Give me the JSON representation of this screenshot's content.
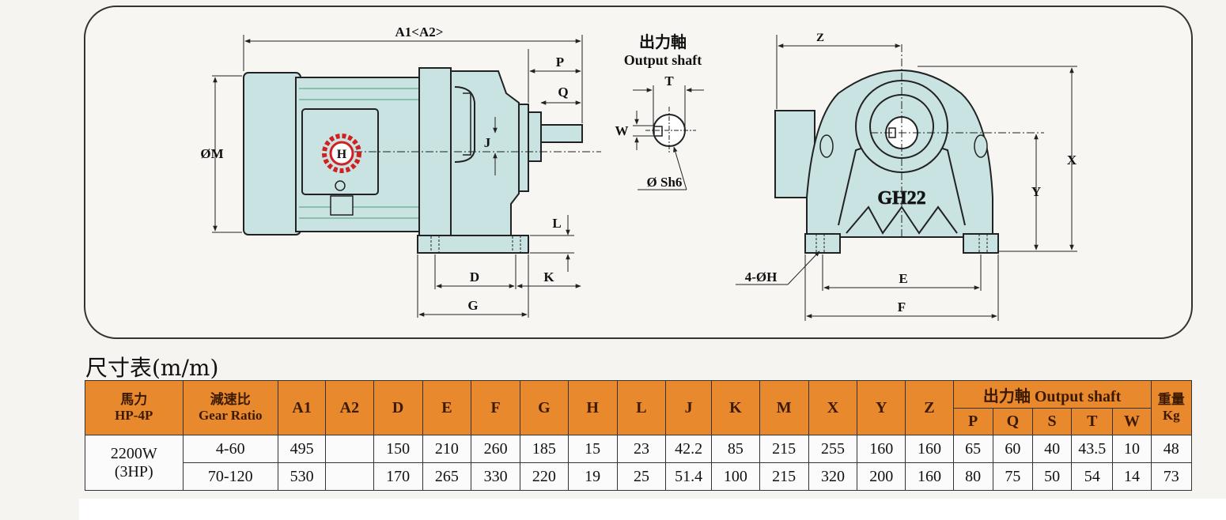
{
  "drawing": {
    "side_labels": {
      "a1a2": "A1<A2>",
      "p": "P",
      "q": "Q",
      "j": "J",
      "m": "ØM",
      "l": "L",
      "d": "D",
      "k": "K",
      "g": "G",
      "h_logo": "H"
    },
    "shaft_labels": {
      "title_cn": "出力軸",
      "title_en": "Output shaft",
      "t": "T",
      "w": "W",
      "sh6": "Ø Sh6"
    },
    "front_labels": {
      "z": "Z",
      "x": "X",
      "y": "Y",
      "model": "GH22",
      "holes": "4-ØH",
      "e": "E",
      "f": "F"
    }
  },
  "table": {
    "title": "尺寸表(m/m)",
    "headers": {
      "hp_cn": "馬力",
      "hp_en": "HP-4P",
      "ratio_cn": "減速比",
      "ratio_en": "Gear Ratio",
      "cols": [
        "A1",
        "A2",
        "D",
        "E",
        "F",
        "G",
        "H",
        "L",
        "J",
        "K",
        "M",
        "X",
        "Y",
        "Z"
      ],
      "shaft_group": "出力軸 Output shaft",
      "shaft_cols": [
        "P",
        "Q",
        "S",
        "T",
        "W"
      ],
      "weight_cn": "重量",
      "weight_unit": "Kg"
    },
    "power": "2200W",
    "power_hp": "(3HP)",
    "rows": [
      {
        "ratio": "4-60",
        "vals": [
          "495",
          "",
          "150",
          "210",
          "260",
          "185",
          "15",
          "23",
          "42.2",
          "85",
          "215",
          "255",
          "160",
          "160"
        ],
        "shaft": [
          "65",
          "60",
          "40",
          "43.5",
          "10"
        ],
        "kg": "48"
      },
      {
        "ratio": "70-120",
        "vals": [
          "530",
          "",
          "170",
          "265",
          "330",
          "220",
          "19",
          "25",
          "51.4",
          "100",
          "215",
          "320",
          "200",
          "160"
        ],
        "shaft": [
          "80",
          "75",
          "50",
          "54",
          "14"
        ],
        "kg": "73"
      }
    ]
  },
  "colors": {
    "motor": "#c9e3e3",
    "header": "#e8892e",
    "logo": "#d02020",
    "frame": "#333333"
  }
}
